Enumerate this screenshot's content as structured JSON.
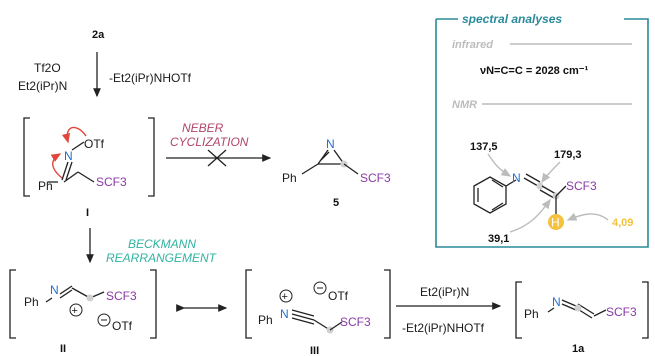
{
  "compounds": {
    "start": "2a",
    "intermediate_I": "I",
    "intermediate_II": "II",
    "intermediate_III": "III",
    "product_5": "5",
    "product_1a": "1a"
  },
  "reagents": {
    "tf2o": "Tf2O",
    "base": "Et2(iPr)N",
    "byproduct": "-Et2(iPr)NHOTf",
    "base_step": "Et2(iPr)N",
    "byproduct_step": "-Et2(iPr)NHOTf"
  },
  "labels": {
    "neber_line1": "NEBER",
    "neber_line2": "CYCLIZATION",
    "beckmann_line1": "BECKMANN",
    "beckmann_line2": "REARRANGEMENT"
  },
  "atoms": {
    "otf": "OTf",
    "n": "N",
    "ph": "Ph",
    "scf3": "SCF3",
    "h": "H"
  },
  "spectral": {
    "title": "spectral analyses",
    "infrared": "infrared",
    "ir_label": "νN=C=C = 2028 cm⁻¹",
    "nmr": "NMR",
    "shift_137": "137,5",
    "shift_179": "179,3",
    "shift_39": "39,1",
    "shift_h": "4,09"
  },
  "colors": {
    "nitrogen": "#1f6fd1",
    "scf3": "#8a3aa5",
    "beckmann": "#2fb3a1",
    "neber": "#b04667",
    "box": "#2a8a9a",
    "proton": "#f5c23e"
  }
}
